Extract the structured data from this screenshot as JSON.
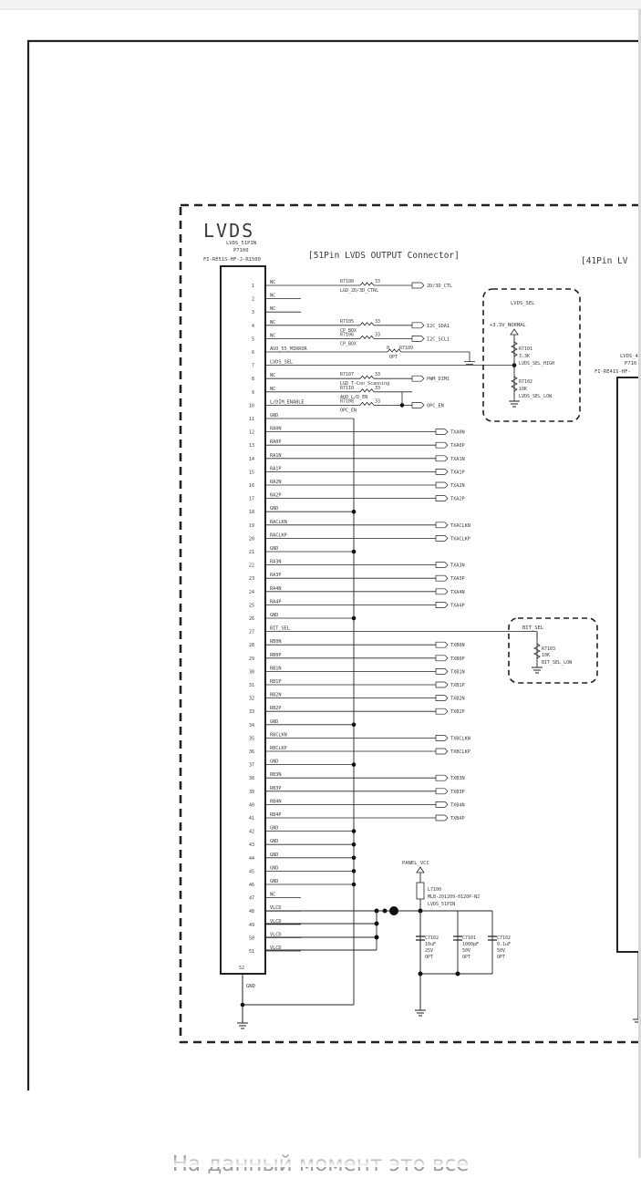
{
  "caption": "На данный момент это все",
  "block_title": "LVDS",
  "connector_title": "[51Pin LVDS OUTPUT Connector]",
  "connector2_title": "[41Pin LV",
  "connector": {
    "ref_lines": [
      "LVDS_51PIN",
      "P7100",
      "FI-RE51S-HF-J-R1500"
    ],
    "pins": [
      {
        "n": "1",
        "name": "NC"
      },
      {
        "n": "2",
        "name": "NC"
      },
      {
        "n": "3",
        "name": "NC"
      },
      {
        "n": "4",
        "name": "NC"
      },
      {
        "n": "5",
        "name": "NC"
      },
      {
        "n": "6",
        "name": "AUO_55_MIRROR"
      },
      {
        "n": "7",
        "name": "LVDS_SEL"
      },
      {
        "n": "8",
        "name": "NC"
      },
      {
        "n": "9",
        "name": "NC"
      },
      {
        "n": "10",
        "name": "L/DIM_ENABLE"
      },
      {
        "n": "11",
        "name": "GND"
      },
      {
        "n": "12",
        "name": "RA0N"
      },
      {
        "n": "13",
        "name": "RA0P"
      },
      {
        "n": "14",
        "name": "RA1N"
      },
      {
        "n": "15",
        "name": "RA1P"
      },
      {
        "n": "16",
        "name": "RA2N"
      },
      {
        "n": "17",
        "name": "RA2P"
      },
      {
        "n": "18",
        "name": "GND"
      },
      {
        "n": "19",
        "name": "RACLKN"
      },
      {
        "n": "20",
        "name": "RACLKP"
      },
      {
        "n": "21",
        "name": "GND"
      },
      {
        "n": "22",
        "name": "RA3N"
      },
      {
        "n": "23",
        "name": "RA3P"
      },
      {
        "n": "24",
        "name": "RA4N"
      },
      {
        "n": "25",
        "name": "RA4P"
      },
      {
        "n": "26",
        "name": "GND"
      },
      {
        "n": "27",
        "name": "BIT_SEL"
      },
      {
        "n": "28",
        "name": "RB0N"
      },
      {
        "n": "29",
        "name": "RB0P"
      },
      {
        "n": "30",
        "name": "RB1N"
      },
      {
        "n": "31",
        "name": "RB1P"
      },
      {
        "n": "32",
        "name": "RB2N"
      },
      {
        "n": "33",
        "name": "RB2P"
      },
      {
        "n": "34",
        "name": "GND"
      },
      {
        "n": "35",
        "name": "RBCLKN"
      },
      {
        "n": "36",
        "name": "RBCLKP"
      },
      {
        "n": "37",
        "name": "GND"
      },
      {
        "n": "38",
        "name": "RB3N"
      },
      {
        "n": "39",
        "name": "RB3P"
      },
      {
        "n": "40",
        "name": "RB4N"
      },
      {
        "n": "41",
        "name": "RB4P"
      },
      {
        "n": "42",
        "name": "GND"
      },
      {
        "n": "43",
        "name": "GND"
      },
      {
        "n": "44",
        "name": "GND"
      },
      {
        "n": "45",
        "name": "GND"
      },
      {
        "n": "46",
        "name": "GND"
      },
      {
        "n": "47",
        "name": "NC"
      },
      {
        "n": "48",
        "name": "VLCD"
      },
      {
        "n": "49",
        "name": "VLCD"
      },
      {
        "n": "50",
        "name": "VLCD"
      },
      {
        "n": "51",
        "name": "VLCD"
      }
    ],
    "pin_52": "52",
    "gnd_label": "GND"
  },
  "ctrl_nets": [
    {
      "pin": "1",
      "res": "R7100",
      "val": "33",
      "note": "LGD_2D/3D_CTRL",
      "net": "2D/3D_CTL"
    },
    {
      "pin": "4",
      "res": "R7105",
      "val": "33",
      "note": "CP_BOX",
      "net": "I2C_SDA1"
    },
    {
      "pin": "5",
      "res": "R7106",
      "val": "33",
      "note": "CP_BOX",
      "net": "I2C_SCL1"
    },
    {
      "pin": "8",
      "res": "R7107",
      "val": "33",
      "note": "LGD_T-Con_Scanning",
      "net": "PWM_DIM1"
    },
    {
      "pin": "9",
      "res": "R7110",
      "val": "33",
      "note": "AUO_L/D_EN",
      "net": "OPC_EN"
    },
    {
      "pin": "10",
      "res": "R7108",
      "val": "33",
      "note": "OPC_EN",
      "net": "OPC_EN"
    }
  ],
  "r7109": {
    "res": "R7109",
    "val": "0",
    "note": "OPT"
  },
  "signals": [
    {
      "pin": "12",
      "net": "TXA0N"
    },
    {
      "pin": "13",
      "net": "TXA0P"
    },
    {
      "pin": "14",
      "net": "TXA1N"
    },
    {
      "pin": "15",
      "net": "TXA1P"
    },
    {
      "pin": "16",
      "net": "TXA2N"
    },
    {
      "pin": "17",
      "net": "TXA2P"
    },
    {
      "pin": "19",
      "net": "TXACLKN"
    },
    {
      "pin": "20",
      "net": "TXACLKP"
    },
    {
      "pin": "22",
      "net": "TXA3N"
    },
    {
      "pin": "23",
      "net": "TXA3P"
    },
    {
      "pin": "24",
      "net": "TXA4N"
    },
    {
      "pin": "25",
      "net": "TXA4P"
    },
    {
      "pin": "28",
      "net": "TXB0N"
    },
    {
      "pin": "29",
      "net": "TXB0P"
    },
    {
      "pin": "30",
      "net": "TXB1N"
    },
    {
      "pin": "31",
      "net": "TXB1P"
    },
    {
      "pin": "32",
      "net": "TXB2N"
    },
    {
      "pin": "33",
      "net": "TXB2P"
    },
    {
      "pin": "35",
      "net": "TXBCLKN"
    },
    {
      "pin": "36",
      "net": "TXBCLKP"
    },
    {
      "pin": "38",
      "net": "TXB3N"
    },
    {
      "pin": "39",
      "net": "TXB3P"
    },
    {
      "pin": "40",
      "net": "TXB4N"
    },
    {
      "pin": "41",
      "net": "TXB4P"
    }
  ],
  "lvds_sel_box": {
    "title": "LVDS_SEL",
    "supply": "+3.3V_NORMAL",
    "r_top": [
      "R7101",
      "3.3K"
    ],
    "high": "LVDS_SEL_HIGH",
    "r_bot": [
      "R7102",
      "10K"
    ],
    "low": "LVDS_SEL_LOW"
  },
  "bit_sel_box": {
    "title": "BIT_SEL",
    "r": [
      "R7103",
      "10K"
    ],
    "low": "BIT_SEL_LOW"
  },
  "power": {
    "supply": "PANEL_VCC",
    "inductor": [
      "L7100",
      "MLB-201209-0120P-N2"
    ],
    "note": "LVDS_51PIN",
    "caps": [
      {
        "ref": "C7102",
        "val": "10uF",
        "volt": "25V",
        "opt": "OPT"
      },
      {
        "ref": "C7101",
        "val": "1000pF",
        "volt": "50V",
        "opt": "OPT"
      },
      {
        "ref": "C7102",
        "val": "0.1uF",
        "volt": "50V",
        "opt": "OPT"
      }
    ]
  },
  "connector2": {
    "ref_lines": [
      "LVDS_4",
      "P710",
      "FI-RE41S-HF-"
    ]
  }
}
